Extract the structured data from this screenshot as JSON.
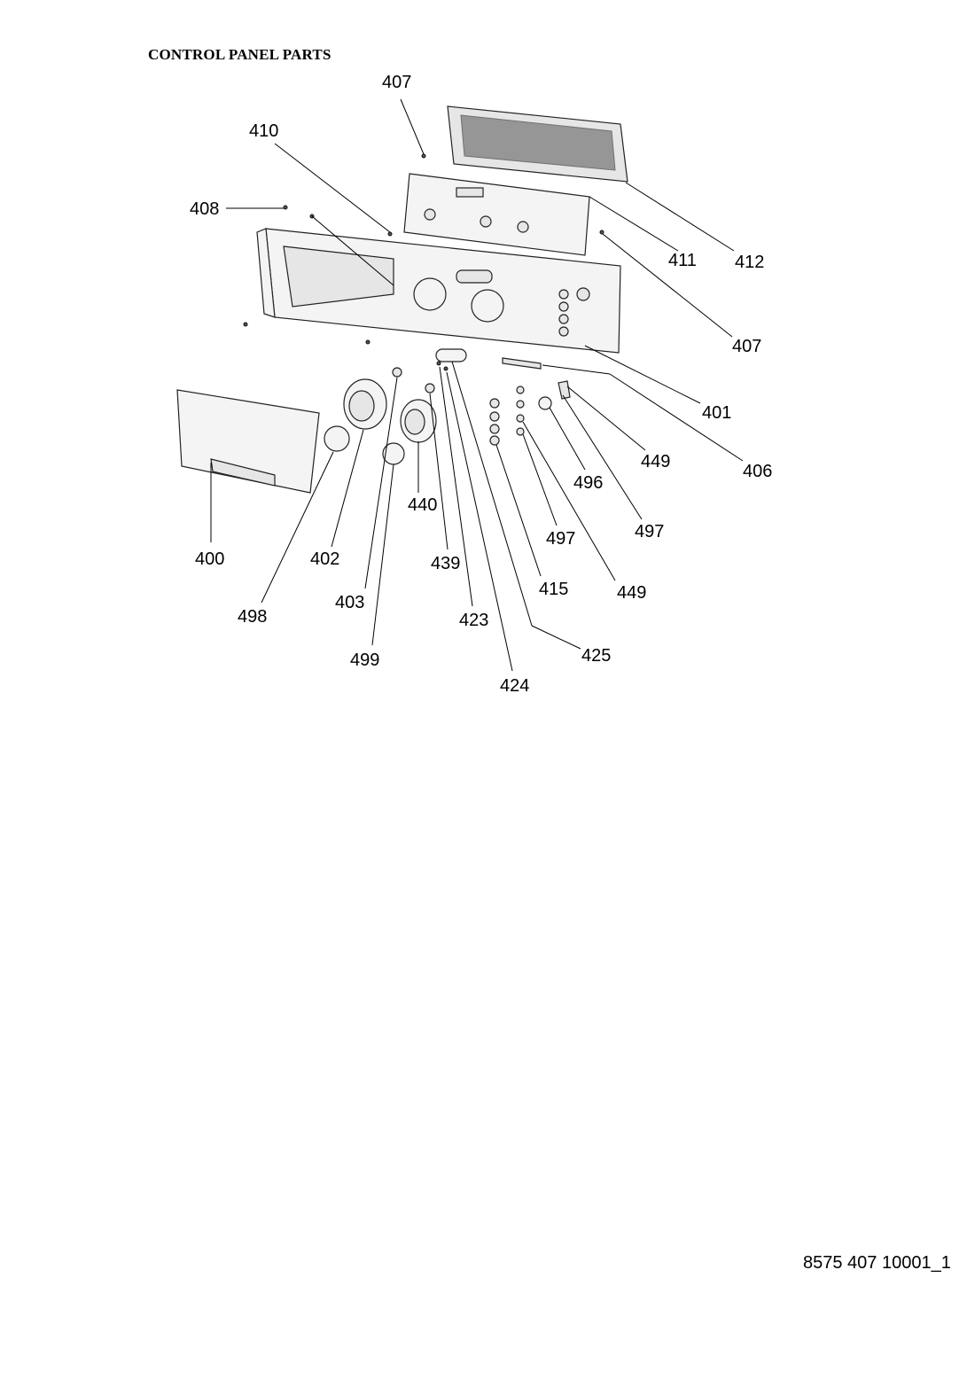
{
  "title": "CONTROL PANEL PARTS",
  "footer_code": "8575 407 10001_1",
  "callouts": [
    {
      "id": "c407a",
      "label": "407"
    },
    {
      "id": "c410",
      "label": "410"
    },
    {
      "id": "c408",
      "label": "408"
    },
    {
      "id": "c411",
      "label": "411"
    },
    {
      "id": "c412",
      "label": "412"
    },
    {
      "id": "c407b",
      "label": "407"
    },
    {
      "id": "c401",
      "label": "401"
    },
    {
      "id": "c449a",
      "label": "449"
    },
    {
      "id": "c406",
      "label": "406"
    },
    {
      "id": "c496",
      "label": "496"
    },
    {
      "id": "c440",
      "label": "440"
    },
    {
      "id": "c497a",
      "label": "497"
    },
    {
      "id": "c497b",
      "label": "497"
    },
    {
      "id": "c400",
      "label": "400"
    },
    {
      "id": "c402",
      "label": "402"
    },
    {
      "id": "c439",
      "label": "439"
    },
    {
      "id": "c415",
      "label": "415"
    },
    {
      "id": "c449b",
      "label": "449"
    },
    {
      "id": "c498",
      "label": "498"
    },
    {
      "id": "c403",
      "label": "403"
    },
    {
      "id": "c423",
      "label": "423"
    },
    {
      "id": "c425",
      "label": "425"
    },
    {
      "id": "c499",
      "label": "499"
    },
    {
      "id": "c424",
      "label": "424"
    }
  ]
}
